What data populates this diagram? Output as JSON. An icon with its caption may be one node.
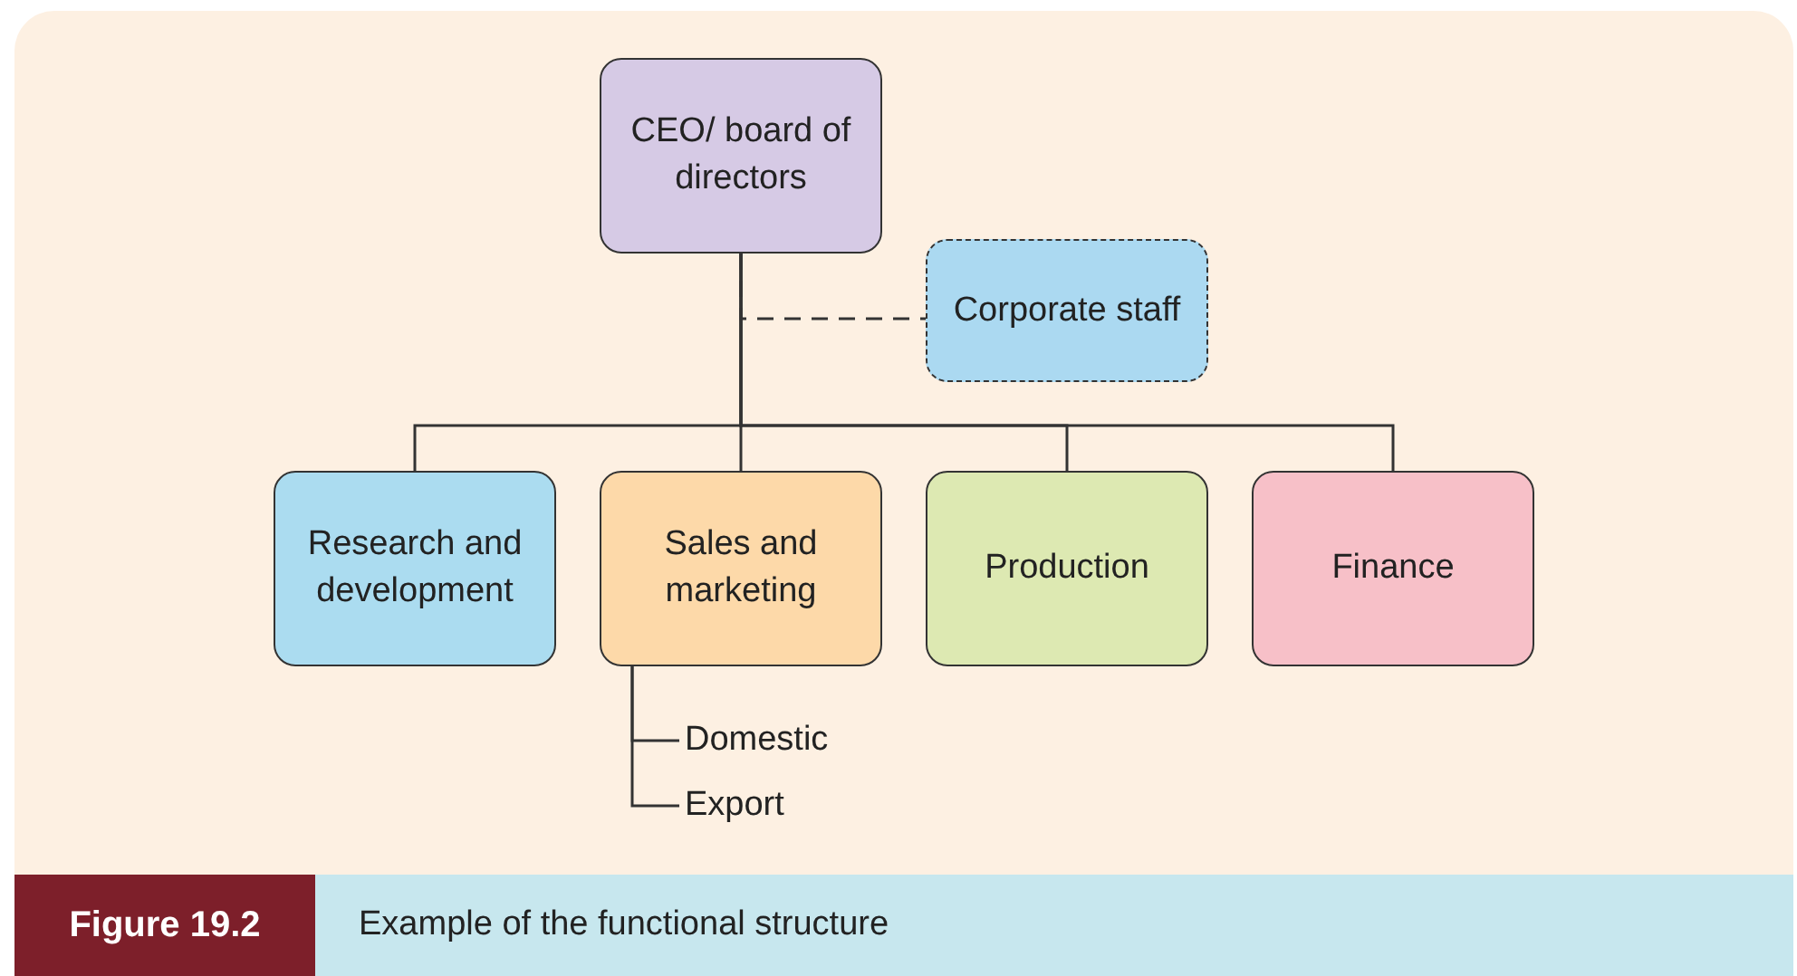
{
  "diagram": {
    "caption": "Example of the functional structure",
    "nodes": [
      {
        "text": [
          "CEO/ board of directors"
        ]
      },
      {
        "text": [
          "Corporate staff"
        ]
      },
      {
        "text": [
          "Research and development"
        ]
      },
      {
        "text": [
          "Sales and marketing"
        ]
      },
      {
        "text": [
          "Production"
        ]
      },
      {
        "text": [
          "Finance"
        ]
      },
      {
        "text": [
          "Domestic"
        ]
      },
      {
        "text": [
          "Export"
        ]
      }
    ],
    "edges": [
      {
        "from": 0,
        "to": 1,
        "arrow": "none",
        "style": "dashed"
      },
      {
        "from": 0,
        "to": 2,
        "arrow": "none"
      },
      {
        "from": 0,
        "to": 3,
        "arrow": "none"
      },
      {
        "from": 0,
        "to": 4,
        "arrow": "none"
      },
      {
        "from": 0,
        "to": 5,
        "arrow": "none"
      },
      {
        "from": 3,
        "to": 6,
        "arrow": "none"
      },
      {
        "from": 3,
        "to": 7,
        "arrow": "none"
      }
    ],
    "labels": [
      "Figure 19.2"
    ]
  }
}
